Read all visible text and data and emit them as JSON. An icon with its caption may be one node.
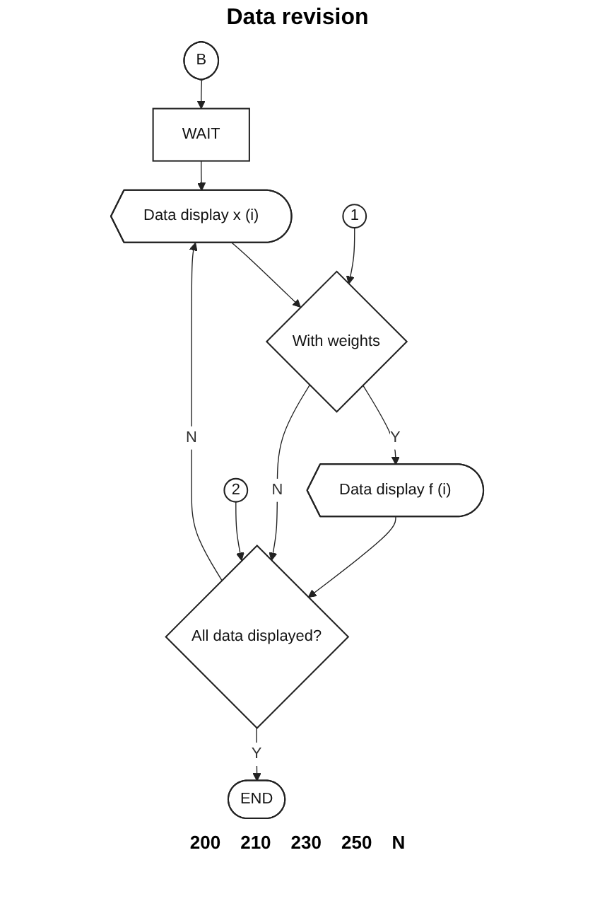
{
  "diagram": {
    "title": "Data revision",
    "nodes": [
      {
        "text": [
          "B"
        ]
      },
      {
        "text": [
          "WAIT"
        ]
      },
      {
        "text": [
          "Data display x (i)"
        ]
      },
      {
        "text": [
          "1"
        ]
      },
      {
        "text": [
          "With weights"
        ]
      },
      {
        "text": [
          "Data display f (i)"
        ]
      },
      {
        "text": [
          "2"
        ]
      },
      {
        "text": [
          "All data displayed?"
        ]
      },
      {
        "text": [
          "END"
        ]
      }
    ],
    "edges": [
      {
        "from": 0,
        "to": 1,
        "arrow": "to"
      },
      {
        "from": 1,
        "to": 2,
        "arrow": "to"
      },
      {
        "from": 2,
        "to": 4,
        "arrow": "to"
      },
      {
        "from": 3,
        "to": 4,
        "arrow": "to"
      },
      {
        "from": 4,
        "to": 5,
        "label": "Y",
        "arrow": "to"
      },
      {
        "from": 4,
        "to": 7,
        "label": "N",
        "arrow": "to"
      },
      {
        "from": 5,
        "to": 7,
        "arrow": "to"
      },
      {
        "from": 6,
        "to": 7,
        "arrow": "to"
      },
      {
        "from": 7,
        "to": 8,
        "label": "Y",
        "arrow": "to"
      },
      {
        "from": 7,
        "to": 2,
        "label": "N",
        "arrow": "to"
      }
    ],
    "labels": [
      "200",
      "210",
      "230",
      "250",
      "N"
    ]
  }
}
